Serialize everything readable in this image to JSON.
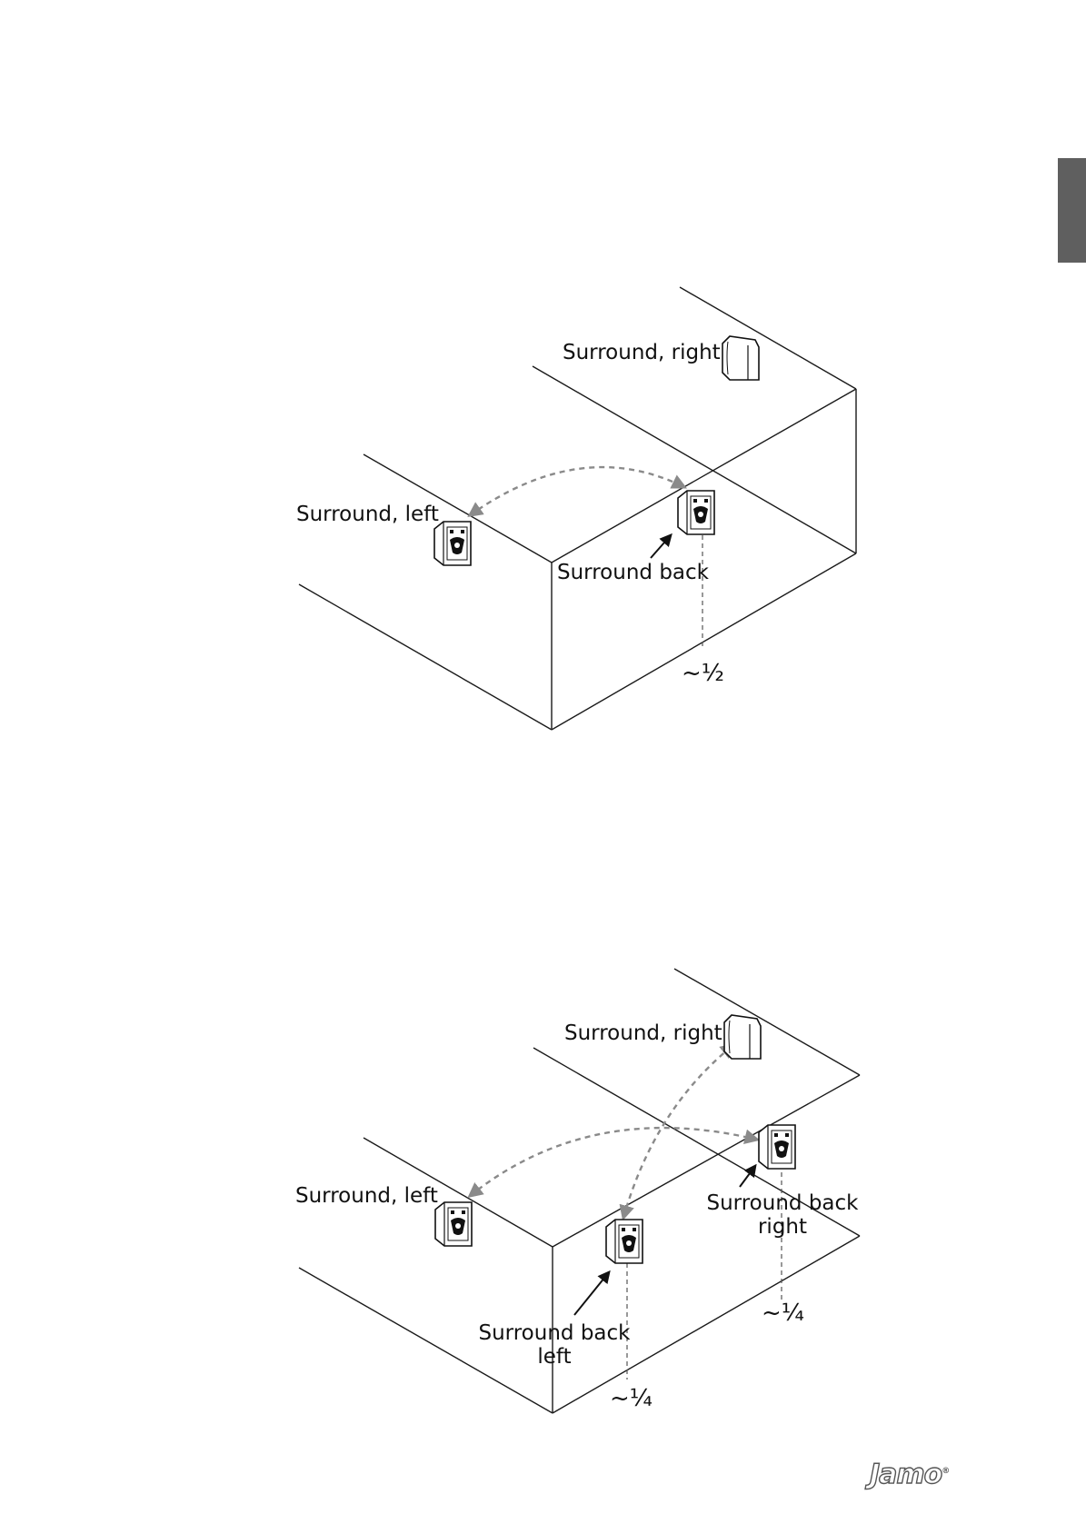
{
  "diagram1": {
    "surround_right": "Surround, right",
    "surround_left": "Surround, left",
    "surround_back": "Surround back",
    "distance": "~½"
  },
  "diagram2": {
    "surround_right": "Surround, right",
    "surround_left": "Surround, left",
    "surround_back_right_line1": "Surround back",
    "surround_back_right_line2": "right",
    "surround_back_left_line1": "Surround back",
    "surround_back_left_line2": "left",
    "distance_right": "~¼",
    "distance_left": "~¼"
  },
  "logo": {
    "text": "Jamo",
    "mark": "®"
  },
  "colors": {
    "line": "#1a1a1a",
    "dashed_arrow": "#8a8a8a",
    "tab": "#5f5f5f"
  },
  "icons": [
    "speaker-icon",
    "arrow-icon",
    "dashed-double-arrow-icon"
  ]
}
